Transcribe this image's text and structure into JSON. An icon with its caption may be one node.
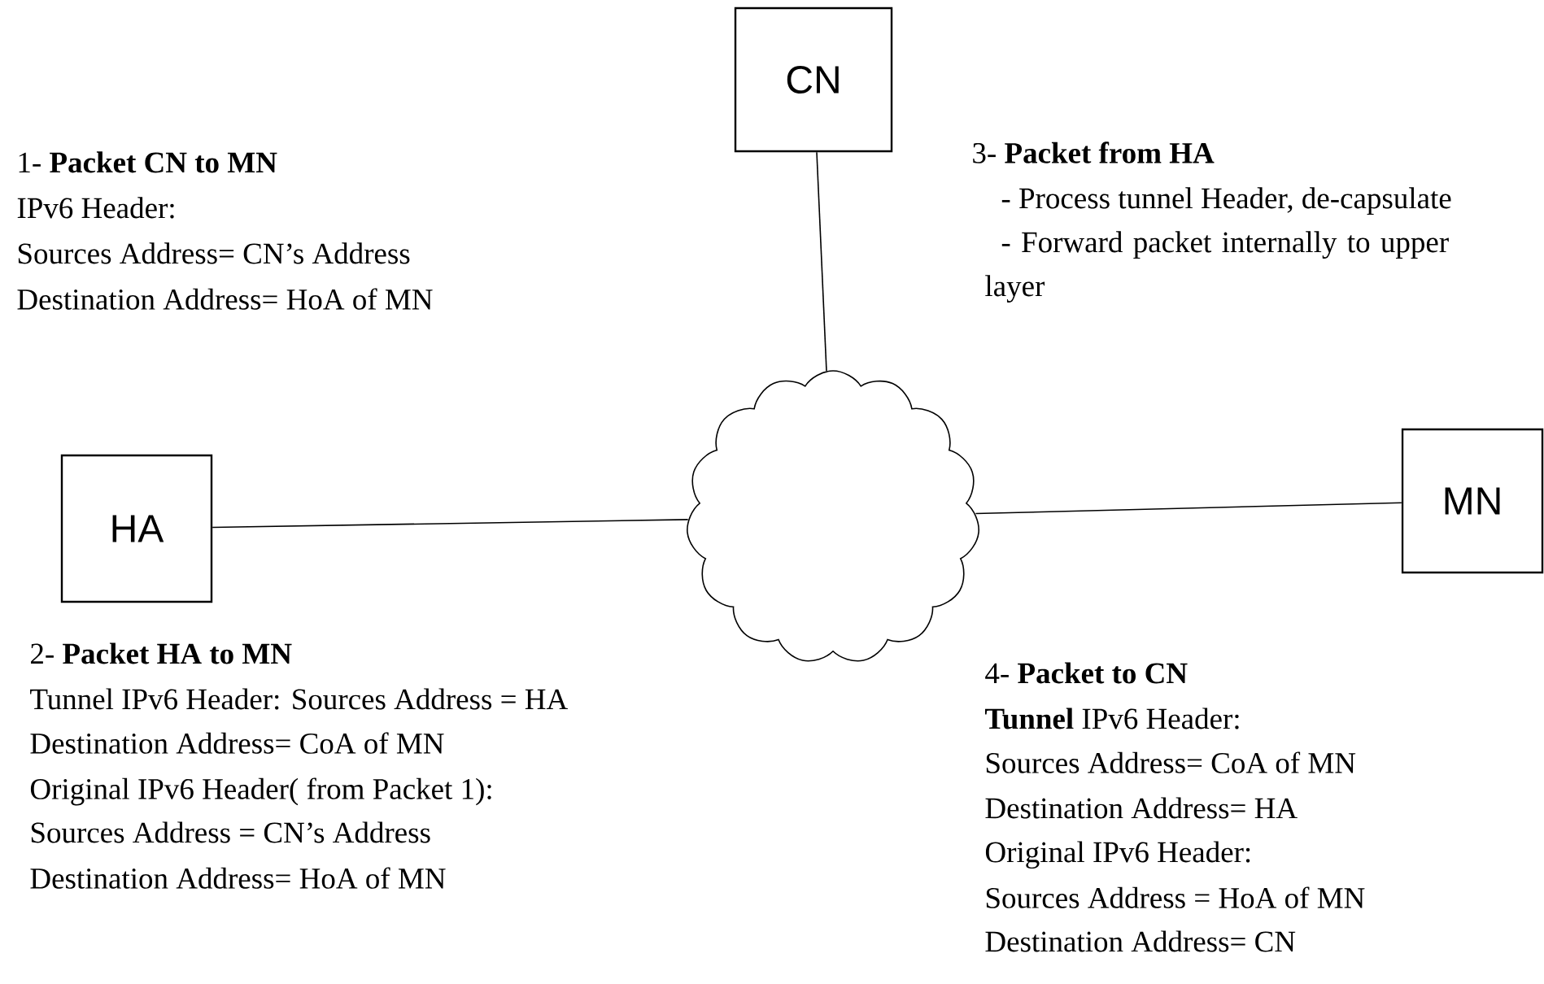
{
  "diagram": {
    "nodes": [
      {
        "text": [
          "CN"
        ]
      },
      {
        "text": [
          "HA"
        ]
      },
      {
        "text": [],
        "shape": "cloud"
      },
      {
        "text": [
          "MN"
        ]
      }
    ],
    "edges": [
      {
        "from": 0,
        "to": 2,
        "arrow": "none"
      },
      {
        "from": 1,
        "to": 2,
        "arrow": "none"
      },
      {
        "from": 3,
        "to": 2,
        "arrow": "none"
      }
    ],
    "labels": [
      "1- **Packet CN to MN**",
      "IPv6 Header:",
      "Sources Address= CN’s Address",
      "Destination Address= HoA of MN",
      "3- **Packet from HA**",
      "- Process tunnel Header, de-capsulate",
      "- Forward packet internally to upper layer",
      "2- **Packet HA to MN**",
      "Tunnel IPv6 Header: Sources Address = HA",
      "Destination Address= CoA of MN",
      "Original IPv6 Header( from Packet 1):",
      "Sources Address = CN’s Address",
      "Destination Address= HoA of MN",
      "4- **Packet to CN**",
      "**Tunnel** IPv6 Header:",
      "Sources Address= CoA of MN",
      "Destination Address= HA",
      "Original IPv6 Header:",
      "Sources Address = HoA of MN",
      "Destination Address= CN"
    ]
  }
}
